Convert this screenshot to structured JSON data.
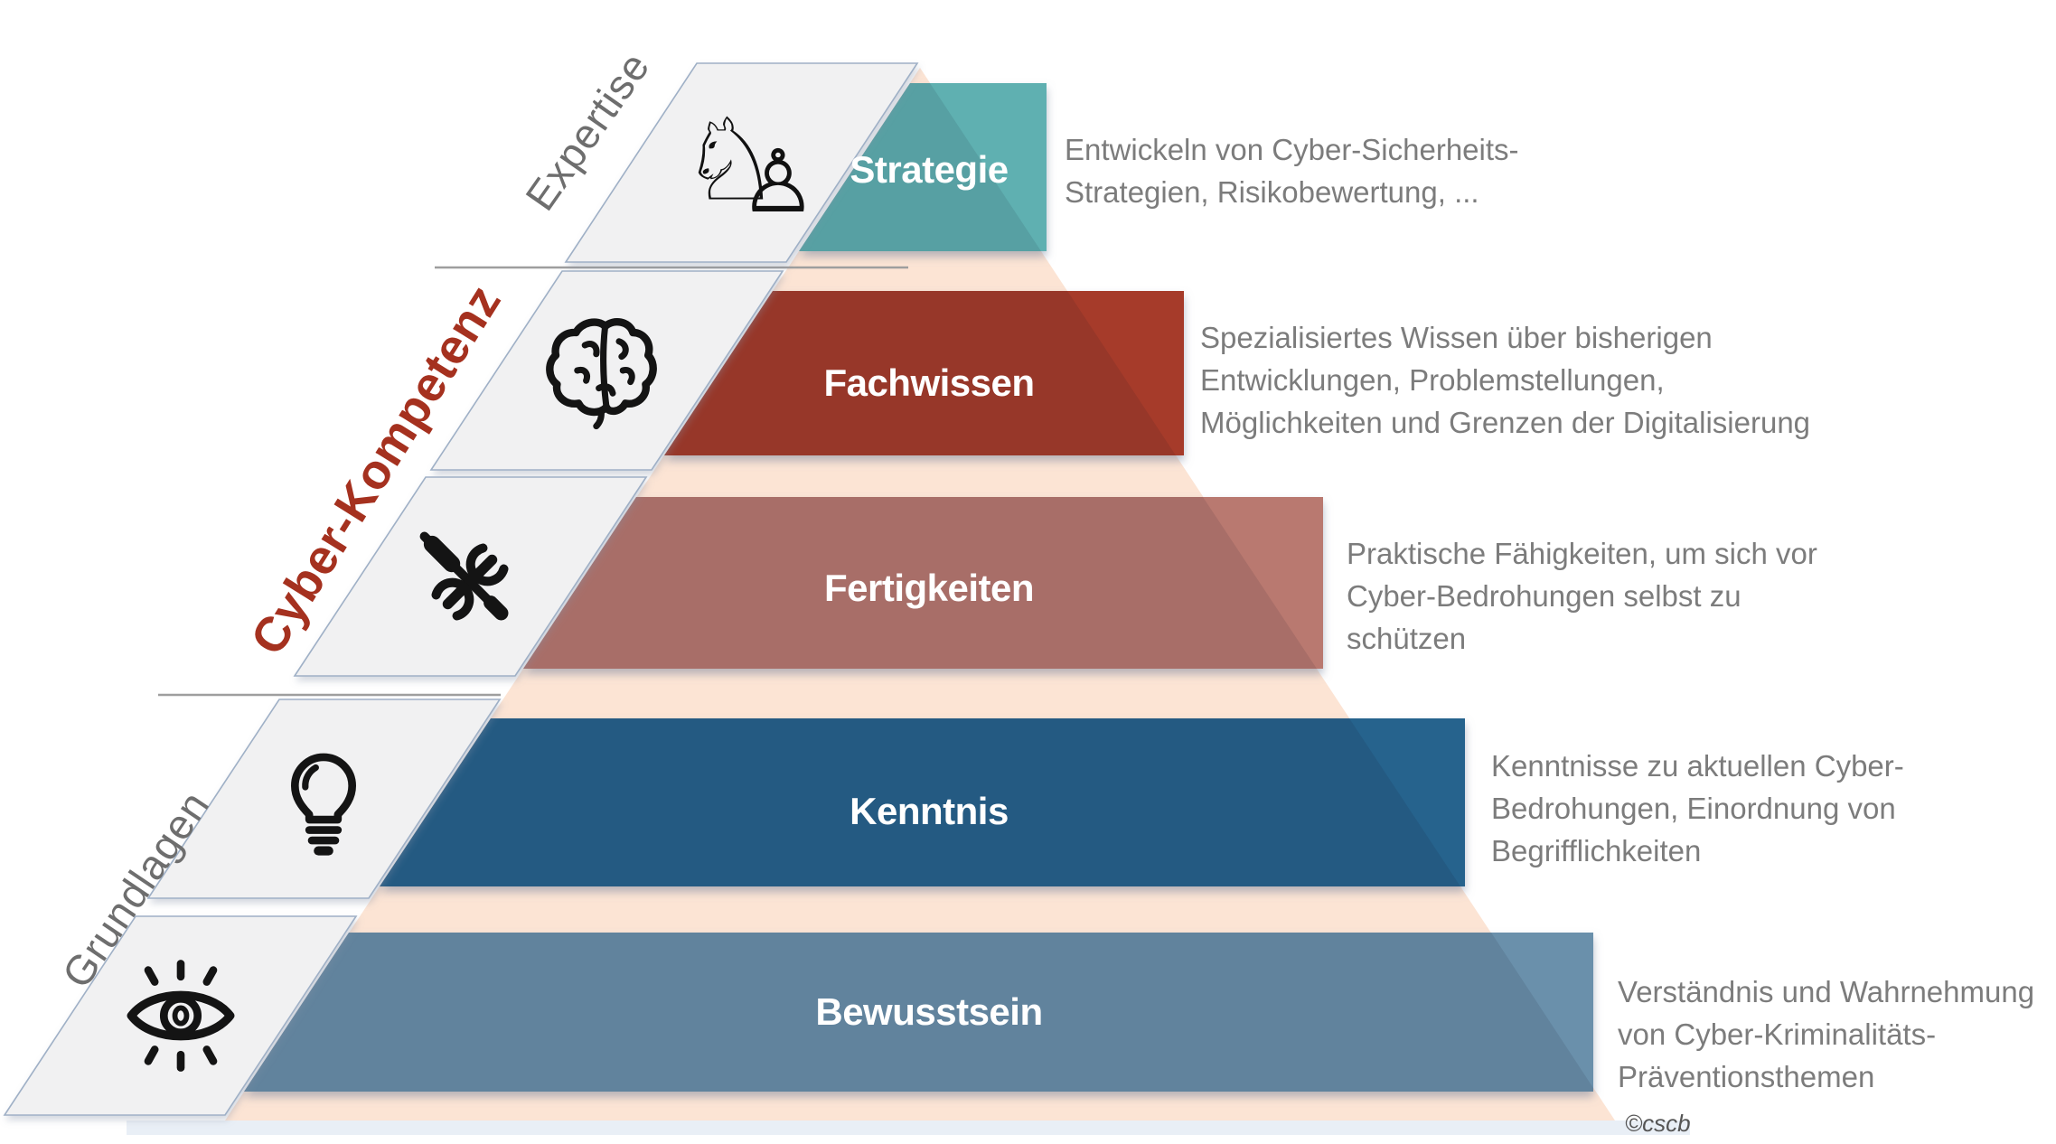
{
  "diagram": {
    "side_labels": {
      "expertise": "Expertise",
      "cyber_kompetenz": "Cyber-Kompetenz",
      "grundlagen": "Grundlagen"
    },
    "levels": [
      {
        "name": "Strategie",
        "color": "#5fb0b1",
        "icon": "chess-strategy-icon",
        "desc_lines": [
          "Entwickeln von Cyber-Sicherheits-",
          "Strategien, Risikobewertung, ..."
        ]
      },
      {
        "name": "Fachwissen",
        "color": "#a63a29",
        "icon": "brain-icon",
        "desc_lines": [
          "Spezialisiertes Wissen über bisherigen",
          "Entwicklungen, Problemstellungen,",
          "Möglichkeiten und Grenzen der Digitalisierung"
        ]
      },
      {
        "name": "Fertigkeiten",
        "color": "#b97970",
        "icon": "tools-icon",
        "desc_lines": [
          "Praktische Fähigkeiten, um sich vor",
          "Cyber-Bedrohungen selbst zu",
          "schützen"
        ]
      },
      {
        "name": "Kenntnis",
        "color": "#27648d",
        "icon": "lightbulb-icon",
        "desc_lines": [
          "Kenntnisse zu aktuellen Cyber-",
          "Bedrohungen, Einordnung von",
          "Begrifflichkeiten"
        ]
      },
      {
        "name": "Bewusstsein",
        "color": "#6a90ab",
        "icon": "eye-icon",
        "desc_lines": [
          "Verständnis und Wahrnehmung",
          "von Cyber-Kriminalitäts-",
          "Präventionsthemen"
        ]
      }
    ],
    "icons": {
      "knight_glyph": "♘",
      "pawn_glyph": "♙"
    },
    "credit": "©cscb",
    "colors": {
      "pyramid_bg": "#fce4d4",
      "reflection_strip": "#e9eff6",
      "tile_fill": "#f1f1f2",
      "tile_border": "#9fb0c6",
      "divider": "#9e9e9e",
      "description_text": "#7c7c7c",
      "side_label_gray": "#6e6e6e",
      "cyber_kompetenz_red": "#a5311f",
      "level_label_text": "#ffffff",
      "icon_color": "#141414"
    }
  }
}
